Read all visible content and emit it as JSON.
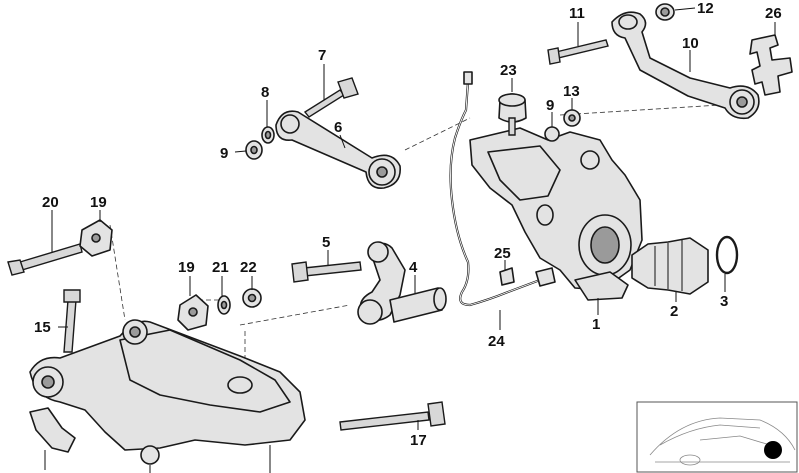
{
  "diagram": {
    "callouts": [
      {
        "id": "c1",
        "label": "1"
      },
      {
        "id": "c2",
        "label": "2"
      },
      {
        "id": "c3",
        "label": "3"
      },
      {
        "id": "c4",
        "label": "4"
      },
      {
        "id": "c5",
        "label": "5"
      },
      {
        "id": "c6",
        "label": "6"
      },
      {
        "id": "c7",
        "label": "7"
      },
      {
        "id": "c8",
        "label": "8"
      },
      {
        "id": "c9a",
        "label": "9"
      },
      {
        "id": "c9b",
        "label": "9"
      },
      {
        "id": "c10",
        "label": "10"
      },
      {
        "id": "c11",
        "label": "11"
      },
      {
        "id": "c12",
        "label": "12"
      },
      {
        "id": "c13",
        "label": "13"
      },
      {
        "id": "c15",
        "label": "15"
      },
      {
        "id": "c17",
        "label": "17"
      },
      {
        "id": "c19a",
        "label": "19"
      },
      {
        "id": "c19b",
        "label": "19"
      },
      {
        "id": "c20",
        "label": "20"
      },
      {
        "id": "c21",
        "label": "21"
      },
      {
        "id": "c22",
        "label": "22"
      },
      {
        "id": "c23",
        "label": "23"
      },
      {
        "id": "c24",
        "label": "24"
      },
      {
        "id": "c25",
        "label": "25"
      },
      {
        "id": "c26",
        "label": "26"
      }
    ],
    "colors": {
      "line": "#1a1a1a",
      "part_fill": "#e3e3e3",
      "marker": "#000000"
    }
  }
}
